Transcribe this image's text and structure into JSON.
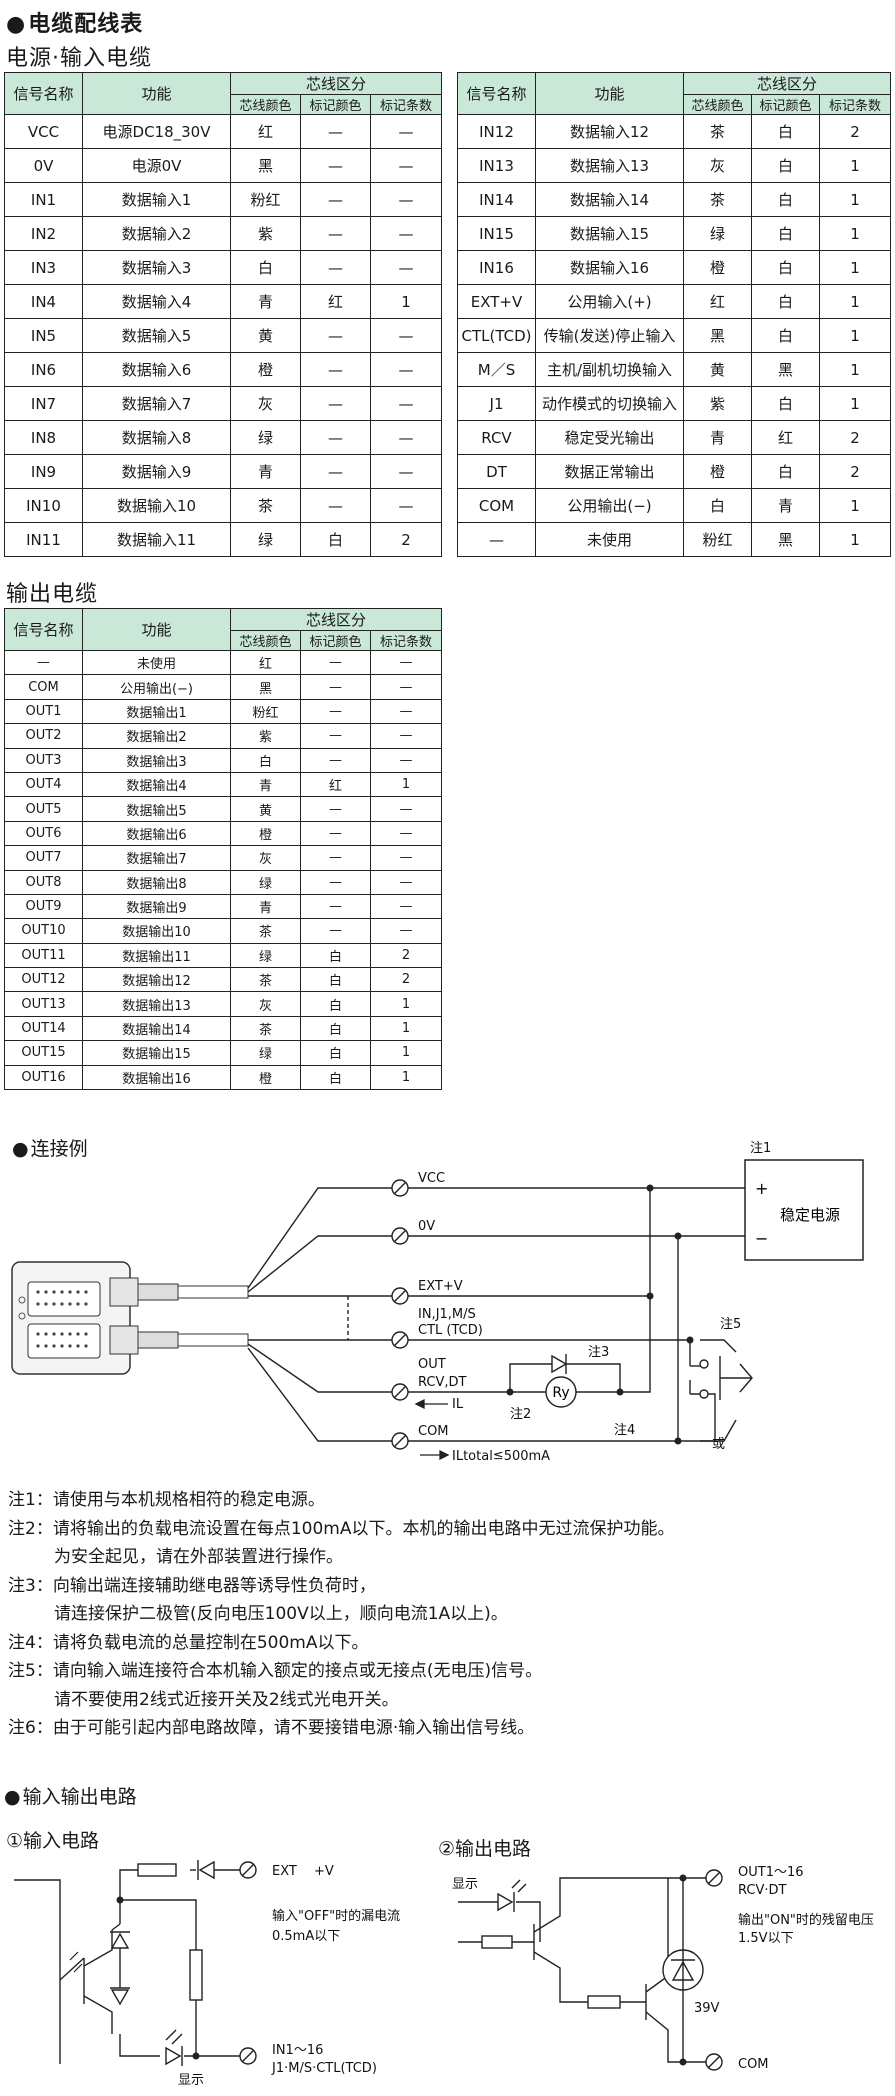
{
  "titles": {
    "cable_table": "电缆配线表",
    "power_input_cable": "电源·输入电缆",
    "output_cable": "输出电缆",
    "connection_example": "连接例",
    "io_circuit": "输入输出电路",
    "input_circuit": "①输入电路",
    "output_circuit": "②输出电路"
  },
  "table_headers": {
    "signal": "信号名称",
    "function": "功能",
    "core_group": "芯线区分",
    "core_color": "芯线颜色",
    "mark_color": "标记颜色",
    "mark_count": "标记条数"
  },
  "table_left": [
    [
      "VCC",
      "电源DC18_30V",
      "红",
      "—",
      "—"
    ],
    [
      "0V",
      "电源0V",
      "黑",
      "—",
      "—"
    ],
    [
      "IN1",
      "数据输入1",
      "粉红",
      "—",
      "—"
    ],
    [
      "IN2",
      "数据输入2",
      "紫",
      "—",
      "—"
    ],
    [
      "IN3",
      "数据输入3",
      "白",
      "—",
      "—"
    ],
    [
      "IN4",
      "数据输入4",
      "青",
      "红",
      "1"
    ],
    [
      "IN5",
      "数据输入5",
      "黄",
      "—",
      "—"
    ],
    [
      "IN6",
      "数据输入6",
      "橙",
      "—",
      "—"
    ],
    [
      "IN7",
      "数据输入7",
      "灰",
      "—",
      "—"
    ],
    [
      "IN8",
      "数据输入8",
      "绿",
      "—",
      "—"
    ],
    [
      "IN9",
      "数据输入9",
      "青",
      "—",
      "—"
    ],
    [
      "IN10",
      "数据输入10",
      "茶",
      "—",
      "—"
    ],
    [
      "IN11",
      "数据输入11",
      "绿",
      "白",
      "2"
    ]
  ],
  "table_right": [
    [
      "IN12",
      "数据输入12",
      "茶",
      "白",
      "2"
    ],
    [
      "IN13",
      "数据输入13",
      "灰",
      "白",
      "1"
    ],
    [
      "IN14",
      "数据输入14",
      "茶",
      "白",
      "1"
    ],
    [
      "IN15",
      "数据输入15",
      "绿",
      "白",
      "1"
    ],
    [
      "IN16",
      "数据输入16",
      "橙",
      "白",
      "1"
    ],
    [
      "EXT+V",
      "公用输入(+)",
      "红",
      "白",
      "1"
    ],
    [
      "CTL(TCD)",
      "传输(发送)停止输入",
      "黑",
      "白",
      "1"
    ],
    [
      "M／S",
      "主机/副机切换输入",
      "黄",
      "黑",
      "1"
    ],
    [
      "J1",
      "动作模式的切换输入",
      "紫",
      "白",
      "1"
    ],
    [
      "RCV",
      "稳定受光输出",
      "青",
      "红",
      "2"
    ],
    [
      "DT",
      "数据正常输出",
      "橙",
      "白",
      "2"
    ],
    [
      "COM",
      "公用输出(−)",
      "白",
      "青",
      "1"
    ],
    [
      "—",
      "未使用",
      "粉红",
      "黑",
      "1"
    ]
  ],
  "table_output": [
    [
      "—",
      "未使用",
      "红",
      "—",
      "—"
    ],
    [
      "COM",
      "公用输出(−)",
      "黑",
      "—",
      "—"
    ],
    [
      "OUT1",
      "数据输出1",
      "粉红",
      "—",
      "—"
    ],
    [
      "OUT2",
      "数据输出2",
      "紫",
      "—",
      "—"
    ],
    [
      "OUT3",
      "数据输出3",
      "白",
      "—",
      "—"
    ],
    [
      "OUT4",
      "数据输出4",
      "青",
      "红",
      "1"
    ],
    [
      "OUT5",
      "数据输出5",
      "黄",
      "—",
      "—"
    ],
    [
      "OUT6",
      "数据输出6",
      "橙",
      "—",
      "—"
    ],
    [
      "OUT7",
      "数据输出7",
      "灰",
      "—",
      "—"
    ],
    [
      "OUT8",
      "数据输出8",
      "绿",
      "—",
      "—"
    ],
    [
      "OUT9",
      "数据输出9",
      "青",
      "—",
      "—"
    ],
    [
      "OUT10",
      "数据输出10",
      "茶",
      "—",
      "—"
    ],
    [
      "OUT11",
      "数据输出11",
      "绿",
      "白",
      "2"
    ],
    [
      "OUT12",
      "数据输出12",
      "茶",
      "白",
      "2"
    ],
    [
      "OUT13",
      "数据输出13",
      "灰",
      "白",
      "1"
    ],
    [
      "OUT14",
      "数据输出14",
      "茶",
      "白",
      "1"
    ],
    [
      "OUT15",
      "数据输出15",
      "绿",
      "白",
      "1"
    ],
    [
      "OUT16",
      "数据输出16",
      "橙",
      "白",
      "1"
    ]
  ],
  "wiring": {
    "vcc": "VCC",
    "zero_v": "0V",
    "ext_v": "EXT+V",
    "in_line": "IN,J1,M/S",
    "ctl": "CTL (TCD)",
    "out": "OUT",
    "rcv_dt": "RCV,DT",
    "il": "IL",
    "com": "COM",
    "il_total": "ILtotal≦500mA",
    "note1": "注1",
    "note2": "注2",
    "note3": "注3",
    "note4": "注4",
    "note5": "注5",
    "power_supply": "稳定电源",
    "plus": "+",
    "minus": "−",
    "relay": "Ry",
    "or": "或"
  },
  "notes": [
    [
      "注1：",
      "请使用与本机规格相符的稳定电源。"
    ],
    [
      "注2：",
      "请将输出的负载电流设置在每点100mA以下。本机的输出电路中无过流保护功能。",
      "为安全起见，请在外部装置进行操作。"
    ],
    [
      "注3：",
      "向输出端连接辅助继电器等诱导性负荷时，",
      "请连接保护二极管(反向电压100V以上，顺向电流1A以上)。"
    ],
    [
      "注4：",
      "请将负载电流的总量控制在500mA以下。"
    ],
    [
      "注5：",
      "请向输入端连接符合本机输入额定的接点或无接点(无电压)信号。",
      "请不要使用2线式近接开关及2线式光电开关。"
    ],
    [
      "注6：",
      "由于可能引起内部电路故障，请不要接错电源·输入输出信号线。"
    ]
  ],
  "input_circuit": {
    "ext": "EXT",
    "plus_v": "+V",
    "leak1": "输入\"OFF\"时的漏电流",
    "leak2": "0.5mA以下",
    "in_label": "IN1～16",
    "in_label2": "J1·M/S·CTL(TCD)",
    "display": "显示"
  },
  "output_circuit": {
    "display": "显示",
    "out_label": "OUT1～16",
    "out_label2": "RCV·DT",
    "residual1": "输出\"ON\"时的残留电压",
    "residual2": "1.5V以下",
    "zener": "39V",
    "com": "COM"
  }
}
